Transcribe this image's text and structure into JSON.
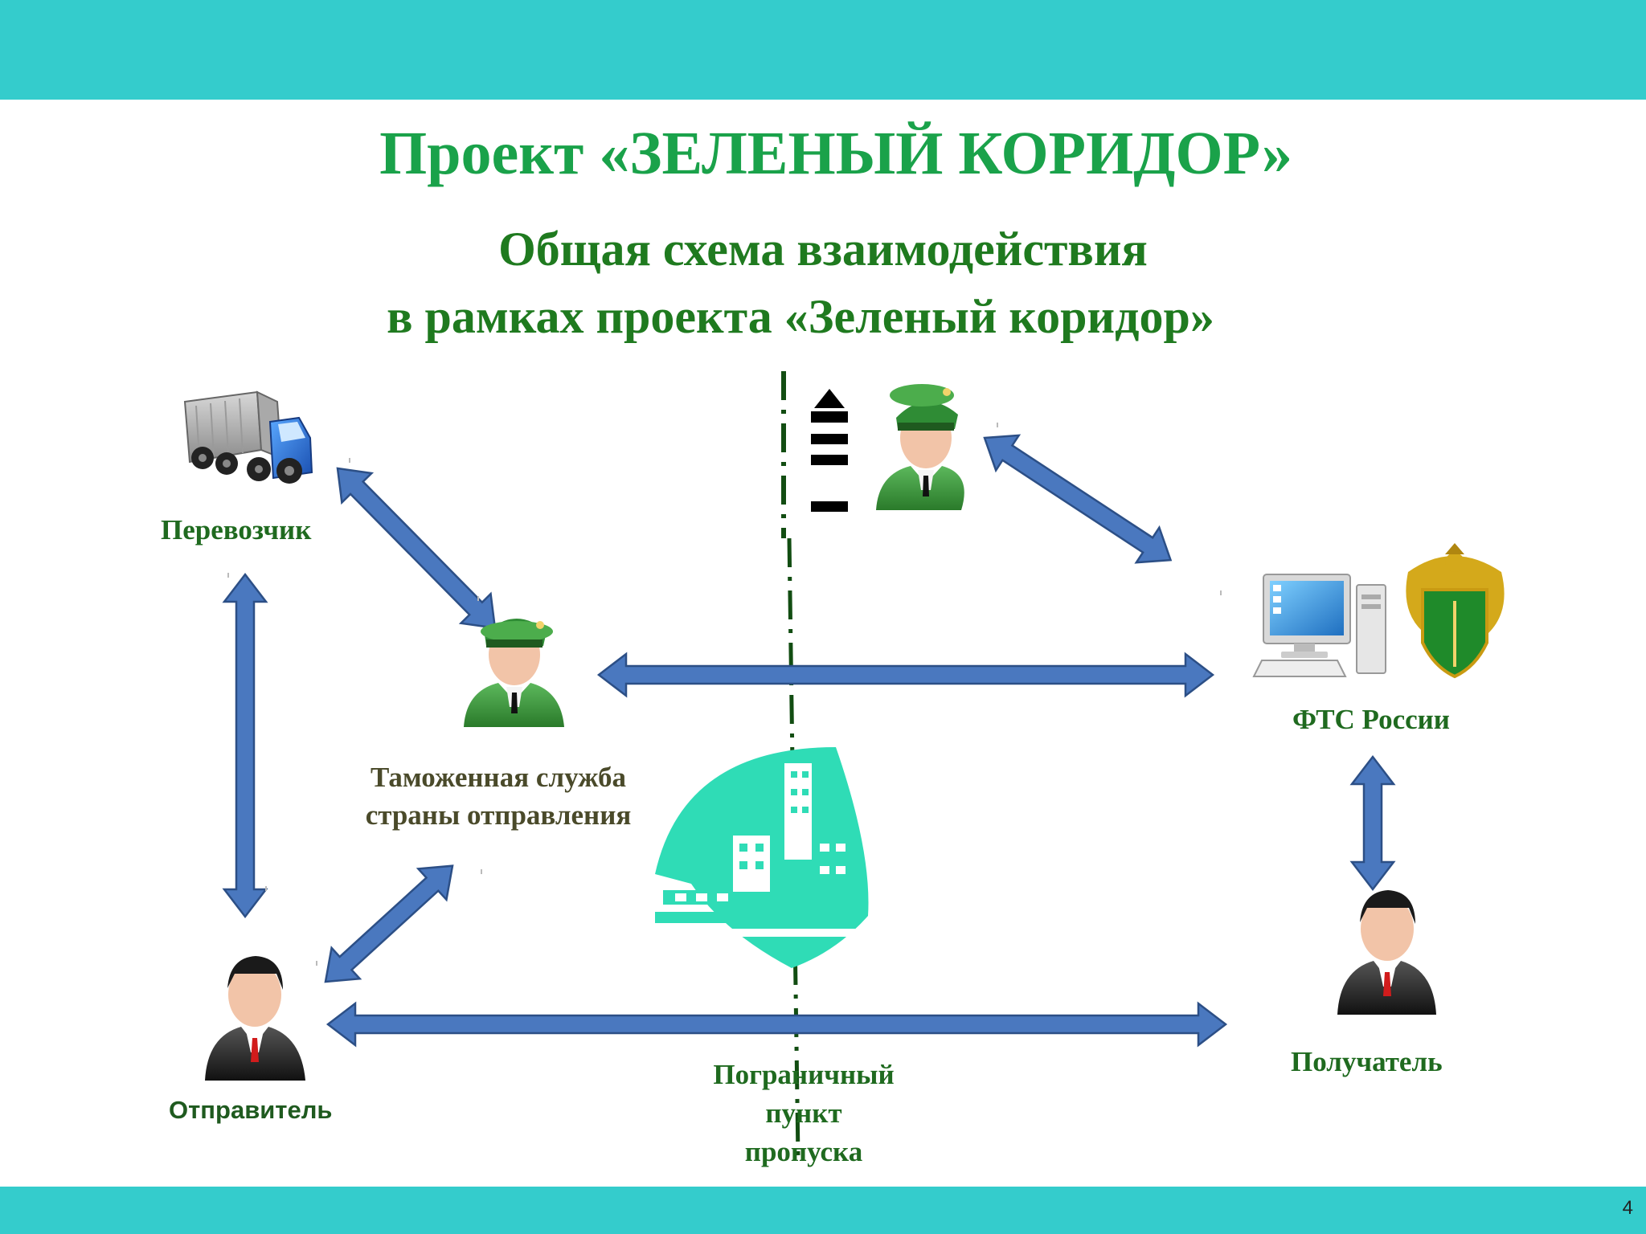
{
  "slide": {
    "title": "Проект «ЗЕЛЕНЫЙ КОРИДОР»",
    "subtitle_line1": "Общая схема взаимодействия",
    "subtitle_line2": "в рамках проекта «Зеленый коридор»",
    "page_number": "4"
  },
  "nodes": {
    "carrier": "Перевозчик",
    "origin_customs_line1": "Таможенная служба",
    "origin_customs_line2": "страны отправления",
    "fts": "ФТС России",
    "sender": "Отправитель",
    "recipient": "Получатель",
    "border_line1": "Пограничный",
    "border_line2": "пункт",
    "border_line3": "пропуска"
  },
  "colors": {
    "band": "#34cccc",
    "title": "#1aa24a",
    "arrow_fill": "#4a78bf",
    "arrow_stroke": "#2c4f86",
    "border_building": "#2fdcb6",
    "uniform_green": "#3f9a3f"
  }
}
